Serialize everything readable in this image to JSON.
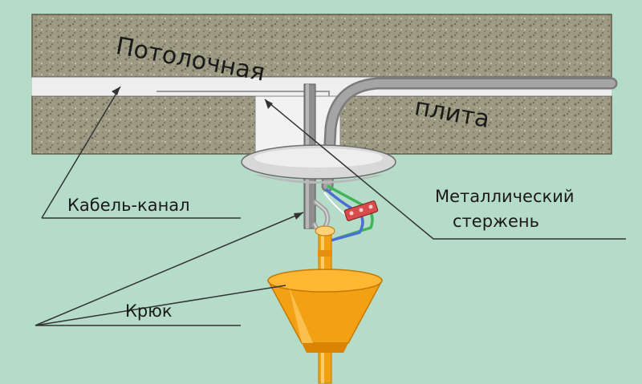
{
  "labels": {
    "slab_line1": "Потолочная",
    "slab_line2": "плита",
    "cable_channel": "Кабель-канал",
    "metal_rod_line1": "Металлический",
    "metal_rod_line2": "стержень",
    "hook": "Крюк"
  },
  "colors": {
    "background": "#b5dcc8",
    "concrete": "#9c9a82",
    "channel": "#eeeeee",
    "rod": "#8e8e8e",
    "canopy": "#d8d8d8",
    "lamp": "#f2a014",
    "wire_green": "#3fb55a",
    "wire_blue": "#4a6fd1",
    "terminal": "#d84c4c"
  }
}
